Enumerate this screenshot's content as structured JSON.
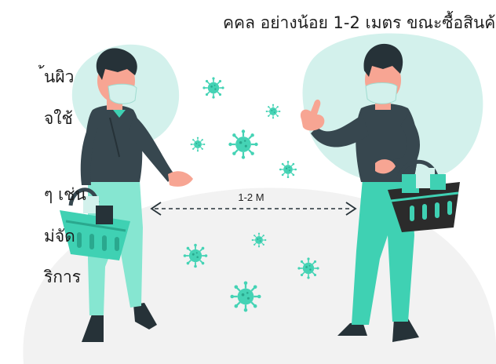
{
  "caption": {
    "line1": "คคล อย่างน้อย 1-2 เมตร ขณะซื้อสินค้า",
    "line2": "้นผิว",
    "line3": "จใช้",
    "line4": "ๆ เช่น",
    "line5": "ม่จัด",
    "line6": "ริการ"
  },
  "illustration": {
    "distance_label": "1-2 M",
    "icons": [
      "virus-icon",
      "shopping-basket-icon",
      "face-mask-icon",
      "thumbs-up-icon"
    ],
    "colors": {
      "blob": "#d3f1ec",
      "floor": "#f2f2f2",
      "teal": "#3fd1b3",
      "virus": "#45d3b5",
      "dark_shirt": "#37474f",
      "skin": "#f7a593",
      "hair": "#263238",
      "basket": "#3a3a3a"
    }
  }
}
